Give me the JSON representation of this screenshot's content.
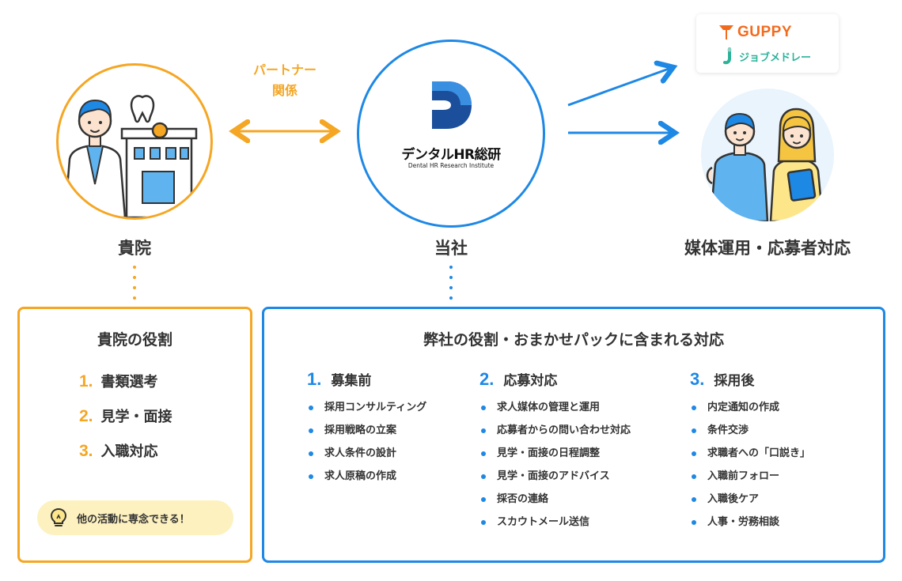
{
  "colors": {
    "clinic_accent": "#f5a623",
    "company_accent": "#1e88e5",
    "pill_bg": "#fdf1bf"
  },
  "partner_label": {
    "line1": "パートナー",
    "line2": "関係"
  },
  "company_logo": {
    "name": "デンタルHR総研",
    "subtitle": "Dental HR Research Institute"
  },
  "media_logos": {
    "guppy": "GUPPY",
    "jobmedley": "ジョブメドレー"
  },
  "captions": {
    "clinic": "貴院",
    "company": "当社",
    "media": "媒体運用・応募者対応"
  },
  "clinic_box": {
    "title": "貴院の役割",
    "items": [
      {
        "num": "1.",
        "label": "書類選考"
      },
      {
        "num": "2.",
        "label": "見学・面接"
      },
      {
        "num": "3.",
        "label": "入職対応"
      }
    ],
    "focus_message": "他の活動に専念できる！"
  },
  "company_box": {
    "title": "弊社の役割・おまかせパックに含まれる対応",
    "columns": [
      {
        "num": "1.",
        "heading": "募集前",
        "items": [
          "採用コンサルティング",
          "採用戦略の立案",
          "求人条件の設計",
          "求人原稿の作成"
        ]
      },
      {
        "num": "2.",
        "heading": "応募対応",
        "items": [
          "求人媒体の管理と運用",
          "応募者からの問い合わせ対応",
          "見学・面接の日程調整",
          "見学・面接のアドバイス",
          "採否の連絡",
          "スカウトメール送信"
        ]
      },
      {
        "num": "3.",
        "heading": "採用後",
        "items": [
          "内定通知の作成",
          "条件交渉",
          "求職者への「口説き」",
          "入職前フォロー",
          "入職後ケア",
          "人事・労務相談"
        ]
      }
    ]
  }
}
